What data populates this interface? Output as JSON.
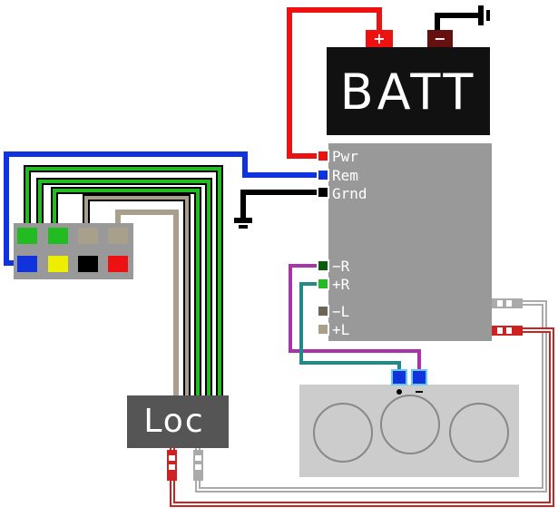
{
  "battery": {
    "label": "BATT",
    "positive_symbol": "+",
    "negative_symbol": "−"
  },
  "amplifier": {
    "power_terminals": [
      "Pwr",
      "Rem",
      "Grnd"
    ],
    "speaker_terminals": [
      "−R",
      "+R",
      "−L",
      "+L"
    ]
  },
  "loc": {
    "label": "Loc"
  },
  "colors": {
    "power_wire": "#ee1111",
    "remote_wire": "#1133dd",
    "ground_wire": "#000000",
    "speaker_green": "#22bb22",
    "speaker_tan": "#a8a08a",
    "speaker_purple": "#aa33aa",
    "speaker_teal": "#228888",
    "rca_red": "#cc2222",
    "rca_gray": "#aaaaaa",
    "amp_body": "#999999",
    "box_body": "#cccccc",
    "dark_box": "#111111"
  },
  "harness_connector": {
    "top_pins": [
      "green",
      "green",
      "tan",
      "tan"
    ],
    "bottom_pins": [
      "blue",
      "yellow",
      "black",
      "red"
    ]
  }
}
